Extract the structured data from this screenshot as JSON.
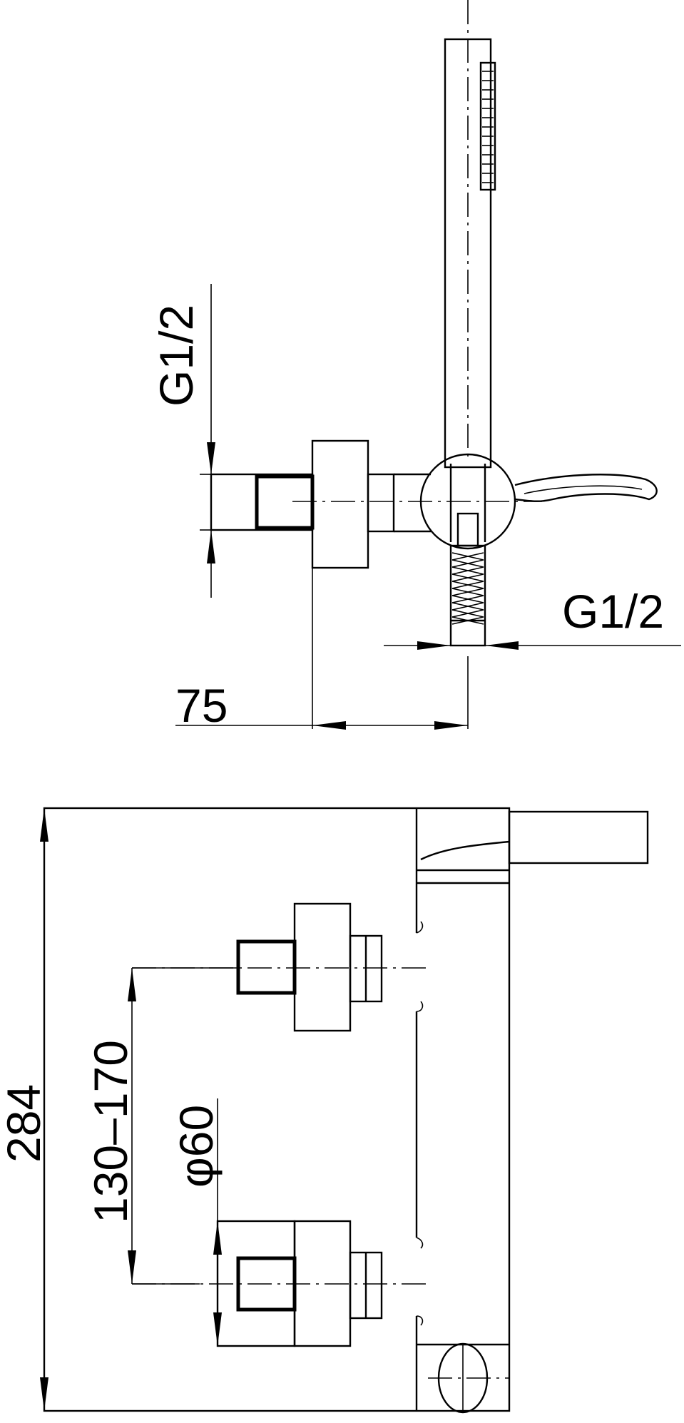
{
  "drawing": {
    "top_view": {
      "dim_inlet_thread": "G1/2",
      "dim_outlet_thread": "G1/2",
      "dim_projection": "75"
    },
    "front_view": {
      "dim_overall_height": "284",
      "dim_centre_distance": "130–170",
      "dim_flange_diameter": "φ60"
    }
  }
}
